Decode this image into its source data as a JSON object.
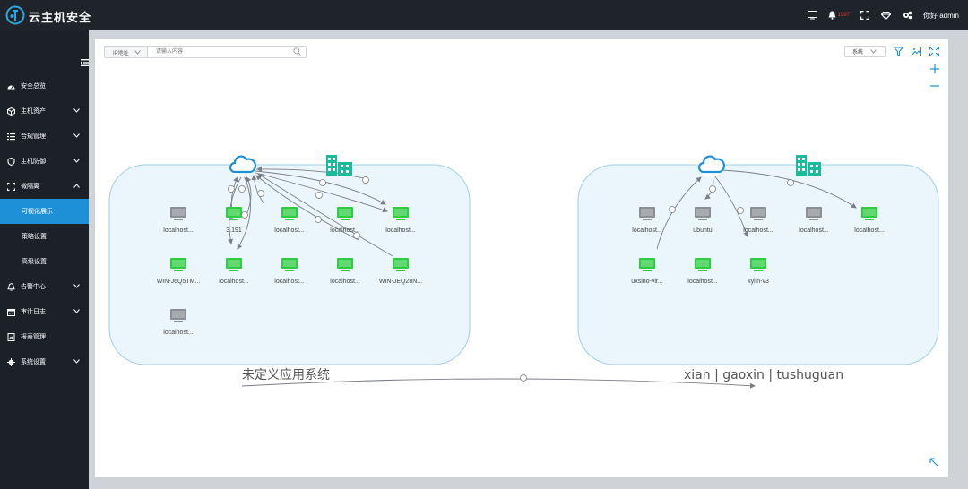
{
  "app": {
    "title": "云主机安全"
  },
  "header": {
    "alert_count": "1997",
    "greeting": "你好 admin"
  },
  "sidebar": {
    "items": [
      {
        "label": "安全总览",
        "icon": "dashboard-icon"
      },
      {
        "label": "主机资产",
        "icon": "box-icon",
        "chevron": "down"
      },
      {
        "label": "合规管理",
        "icon": "list-icon",
        "chevron": "down"
      },
      {
        "label": "主机防御",
        "icon": "shield-icon",
        "chevron": "down"
      },
      {
        "label": "微隔离",
        "icon": "frame-icon",
        "chevron": "up"
      },
      {
        "label": "可视化展示",
        "sub": true,
        "active": true
      },
      {
        "label": "策略设置",
        "sub": true
      },
      {
        "label": "高级设置",
        "sub": true
      },
      {
        "label": "告警中心",
        "icon": "bell-icon",
        "chevron": "down"
      },
      {
        "label": "审计日志",
        "icon": "calendar-icon",
        "chevron": "down"
      },
      {
        "label": "报表管理",
        "icon": "report-icon"
      },
      {
        "label": "系统设置",
        "icon": "gear-icon",
        "chevron": "down"
      }
    ]
  },
  "toolbar": {
    "ip_select": "IP地址",
    "search_placeholder": "请输入内容",
    "system_select": "系统"
  },
  "colors": {
    "accent": "#1e90d8",
    "online": "#2ecc40",
    "offline": "#8a8f96",
    "group_fill": "#eaf6fc",
    "group_stroke": "#9ecfe6",
    "app_icon": "#1bbc9b"
  },
  "topology": {
    "groups": [
      {
        "name": "未定义应用系统",
        "nodes": [
          {
            "label": "localhost...",
            "status": "offline"
          },
          {
            "label": "3.191",
            "status": "online"
          },
          {
            "label": "localhost...",
            "status": "online"
          },
          {
            "label": "localhost...",
            "status": "online"
          },
          {
            "label": "localhost...",
            "status": "online"
          },
          {
            "label": "WIN-J6Q5TM...",
            "status": "online"
          },
          {
            "label": "localhost...",
            "status": "online"
          },
          {
            "label": "localhost...",
            "status": "online"
          },
          {
            "label": "localhost...",
            "status": "online"
          },
          {
            "label": "WIN-JEQ28N...",
            "status": "online"
          },
          {
            "label": "localhost...",
            "status": "offline"
          }
        ]
      },
      {
        "name": "xian | gaoxin | tushuguan",
        "nodes": [
          {
            "label": "localhost...",
            "status": "offline"
          },
          {
            "label": "ubuntu",
            "status": "offline"
          },
          {
            "label": "localhost...",
            "status": "offline"
          },
          {
            "label": "localhost...",
            "status": "offline"
          },
          {
            "label": "localhost...",
            "status": "online"
          },
          {
            "label": "uxsino-vir...",
            "status": "online"
          },
          {
            "label": "localhost...",
            "status": "online"
          },
          {
            "label": "kylin-v3",
            "status": "online"
          }
        ]
      }
    ]
  }
}
